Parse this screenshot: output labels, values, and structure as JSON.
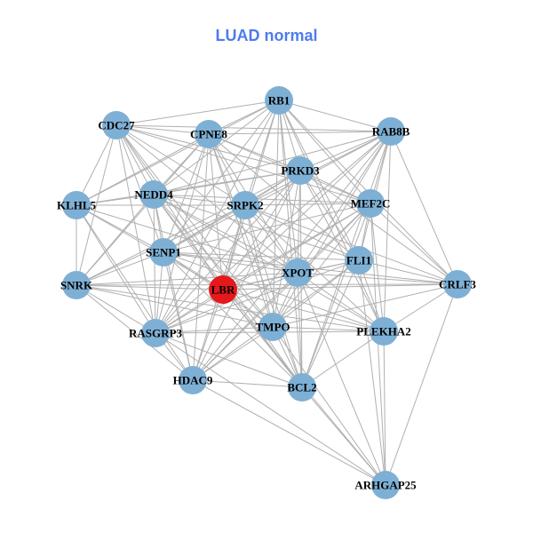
{
  "title": "LUAD normal",
  "colors": {
    "title": "#4f7cec",
    "node": "#7eb0d5",
    "highlight": "#e5191b",
    "edge": "#b0b0b0"
  },
  "highlight_node": "LBR",
  "nodes": [
    "RB1",
    "CDC27",
    "CPNE8",
    "RAB8B",
    "PRKD3",
    "NEDD4",
    "SRPK2",
    "MEF2C",
    "KLHL5",
    "SENP1",
    "FLI1",
    "XPOT",
    "CRLF3",
    "SNRK",
    "LBR",
    "TMPO",
    "PLEKHA2",
    "RASGRP3",
    "HDAC9",
    "BCL2",
    "ARHGAP25"
  ],
  "adjacency": {
    "RB1": [
      "CDC27",
      "CPNE8",
      "RAB8B",
      "PRKD3",
      "NEDD4",
      "SRPK2",
      "MEF2C",
      "SENP1",
      "FLI1",
      "XPOT",
      "CRLF3",
      "LBR",
      "TMPO",
      "PLEKHA2",
      "RASGRP3",
      "BCL2",
      "KLHL5"
    ],
    "CDC27": [
      "CPNE8",
      "RAB8B",
      "PRKD3",
      "NEDD4",
      "SRPK2",
      "KLHL5",
      "SENP1",
      "XPOT",
      "SNRK",
      "LBR",
      "TMPO",
      "RASGRP3",
      "BCL2",
      "MEF2C"
    ],
    "CPNE8": [
      "RAB8B",
      "PRKD3",
      "NEDD4",
      "SRPK2",
      "MEF2C",
      "KLHL5",
      "SENP1",
      "FLI1",
      "XPOT",
      "SNRK",
      "LBR",
      "TMPO",
      "RASGRP3",
      "HDAC9",
      "BCL2"
    ],
    "RAB8B": [
      "PRKD3",
      "NEDD4",
      "SRPK2",
      "MEF2C",
      "SENP1",
      "FLI1",
      "XPOT",
      "CRLF3",
      "LBR",
      "TMPO",
      "PLEKHA2",
      "RASGRP3",
      "HDAC9",
      "BCL2"
    ],
    "PRKD3": [
      "NEDD4",
      "SRPK2",
      "MEF2C",
      "KLHL5",
      "SENP1",
      "FLI1",
      "XPOT",
      "CRLF3",
      "SNRK",
      "LBR",
      "TMPO",
      "PLEKHA2",
      "RASGRP3",
      "HDAC9",
      "BCL2"
    ],
    "NEDD4": [
      "SRPK2",
      "MEF2C",
      "KLHL5",
      "SENP1",
      "FLI1",
      "XPOT",
      "SNRK",
      "LBR",
      "TMPO",
      "PLEKHA2",
      "RASGRP3",
      "HDAC9",
      "BCL2"
    ],
    "SRPK2": [
      "MEF2C",
      "KLHL5",
      "SENP1",
      "FLI1",
      "XPOT",
      "CRLF3",
      "SNRK",
      "LBR",
      "TMPO",
      "PLEKHA2",
      "RASGRP3",
      "HDAC9",
      "BCL2"
    ],
    "MEF2C": [
      "SENP1",
      "FLI1",
      "XPOT",
      "CRLF3",
      "LBR",
      "TMPO",
      "PLEKHA2",
      "RASGRP3",
      "HDAC9",
      "BCL2",
      "ARHGAP25"
    ],
    "KLHL5": [
      "SENP1",
      "SNRK",
      "LBR",
      "RASGRP3",
      "HDAC9",
      "XPOT"
    ],
    "SENP1": [
      "FLI1",
      "XPOT",
      "CRLF3",
      "SNRK",
      "LBR",
      "TMPO",
      "PLEKHA2",
      "RASGRP3",
      "HDAC9",
      "BCL2"
    ],
    "FLI1": [
      "XPOT",
      "CRLF3",
      "LBR",
      "TMPO",
      "PLEKHA2",
      "RASGRP3",
      "HDAC9",
      "BCL2",
      "ARHGAP25"
    ],
    "XPOT": [
      "CRLF3",
      "SNRK",
      "LBR",
      "TMPO",
      "PLEKHA2",
      "RASGRP3",
      "HDAC9",
      "BCL2",
      "ARHGAP25"
    ],
    "CRLF3": [
      "SNRK",
      "LBR",
      "PLEKHA2",
      "TMPO",
      "ARHGAP25"
    ],
    "SNRK": [
      "LBR",
      "TMPO",
      "RASGRP3",
      "HDAC9",
      "PLEKHA2"
    ],
    "LBR": [
      "TMPO",
      "PLEKHA2",
      "RASGRP3",
      "HDAC9",
      "BCL2",
      "ARHGAP25"
    ],
    "TMPO": [
      "PLEKHA2",
      "RASGRP3",
      "HDAC9",
      "BCL2",
      "ARHGAP25"
    ],
    "PLEKHA2": [
      "RASGRP3",
      "BCL2",
      "ARHGAP25"
    ],
    "RASGRP3": [
      "HDAC9",
      "BCL2",
      "ARHGAP25"
    ],
    "HDAC9": [
      "BCL2",
      "ARHGAP25"
    ],
    "BCL2": [
      "ARHGAP25"
    ]
  }
}
